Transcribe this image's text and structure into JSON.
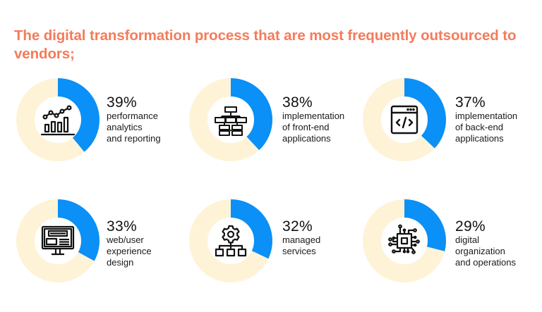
{
  "title": "The digital transformation process that are most frequently outsourced to vendors;",
  "colors": {
    "title": "#F47B5A",
    "arc_filled": "#0A90F7",
    "arc_track": "#FEF3D6",
    "text": "#111111"
  },
  "items": [
    {
      "percent": "39%",
      "value": 39,
      "label_lines": [
        "performance",
        "analytics",
        "and reporting"
      ],
      "icon": "analytics-chart-icon"
    },
    {
      "percent": "38%",
      "value": 38,
      "label_lines": [
        "implementation",
        "of front-end",
        "applications"
      ],
      "icon": "frontend-blocks-icon"
    },
    {
      "percent": "37%",
      "value": 37,
      "label_lines": [
        "implementation",
        "of back-end",
        "applications"
      ],
      "icon": "code-window-icon"
    },
    {
      "percent": "33%",
      "value": 33,
      "label_lines": [
        "web/user",
        "experience",
        "design"
      ],
      "icon": "monitor-layout-icon"
    },
    {
      "percent": "32%",
      "value": 32,
      "label_lines": [
        "managed",
        "services"
      ],
      "icon": "gear-network-icon"
    },
    {
      "percent": "29%",
      "value": 29,
      "label_lines": [
        "digital",
        "organization",
        "and operations"
      ],
      "icon": "microchip-icon"
    }
  ],
  "chart_data": {
    "type": "pie",
    "subtype": "donut-grid",
    "title": "The digital transformation process that are most frequently outsourced to vendors;",
    "categories": [
      "performance analytics and reporting",
      "implementation of front-end applications",
      "implementation of back-end applications",
      "web/user experience design",
      "managed services",
      "digital organization and operations"
    ],
    "values": [
      39,
      38,
      37,
      33,
      32,
      29
    ],
    "unit": "%",
    "max": 100,
    "layout": {
      "rows": 2,
      "columns": 3
    },
    "legend": "none"
  }
}
